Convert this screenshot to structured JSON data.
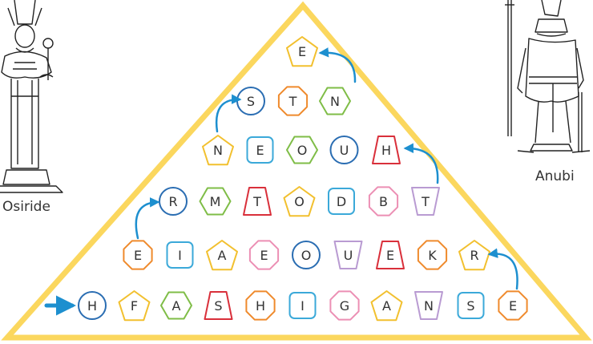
{
  "colors": {
    "frame": "#fbd75e",
    "blue_dark": "#2a6db2",
    "blue_light": "#3ba9d9",
    "yellow": "#f2c02f",
    "green": "#7fbd47",
    "red": "#d9303b",
    "orange": "#ef8a2c",
    "pink": "#ec8fb4",
    "lilac": "#b99bd2",
    "text": "#333333",
    "arrow": "#1d8fcf"
  },
  "figures": {
    "left_label": "Osiride",
    "right_label": "Anubi"
  },
  "rows": [
    [
      {
        "letter": "E",
        "shape": "pentagon",
        "color": "yellow"
      }
    ],
    [
      {
        "letter": "S",
        "shape": "circle",
        "color": "blue_dark"
      },
      {
        "letter": "T",
        "shape": "octagon",
        "color": "orange"
      },
      {
        "letter": "N",
        "shape": "hexagon",
        "color": "green"
      }
    ],
    [
      {
        "letter": "N",
        "shape": "pentagon",
        "color": "yellow"
      },
      {
        "letter": "E",
        "shape": "rounded-square",
        "color": "blue_light"
      },
      {
        "letter": "O",
        "shape": "hexagon",
        "color": "green"
      },
      {
        "letter": "U",
        "shape": "circle",
        "color": "blue_dark"
      },
      {
        "letter": "H",
        "shape": "trapezoid",
        "color": "red"
      }
    ],
    [
      {
        "letter": "R",
        "shape": "circle",
        "color": "blue_dark"
      },
      {
        "letter": "M",
        "shape": "hexagon",
        "color": "green"
      },
      {
        "letter": "T",
        "shape": "trapezoid",
        "color": "red"
      },
      {
        "letter": "O",
        "shape": "pentagon",
        "color": "yellow"
      },
      {
        "letter": "D",
        "shape": "rounded-square",
        "color": "blue_light"
      },
      {
        "letter": "B",
        "shape": "octagon",
        "color": "pink"
      },
      {
        "letter": "T",
        "shape": "inverted-trapezoid",
        "color": "lilac"
      }
    ],
    [
      {
        "letter": "E",
        "shape": "octagon",
        "color": "orange"
      },
      {
        "letter": "I",
        "shape": "rounded-square",
        "color": "blue_light"
      },
      {
        "letter": "A",
        "shape": "pentagon",
        "color": "yellow"
      },
      {
        "letter": "E",
        "shape": "octagon",
        "color": "pink"
      },
      {
        "letter": "O",
        "shape": "circle",
        "color": "blue_dark"
      },
      {
        "letter": "U",
        "shape": "inverted-trapezoid",
        "color": "lilac"
      },
      {
        "letter": "E",
        "shape": "trapezoid",
        "color": "red"
      },
      {
        "letter": "K",
        "shape": "octagon",
        "color": "orange"
      },
      {
        "letter": "R",
        "shape": "pentagon",
        "color": "yellow"
      }
    ],
    [
      {
        "letter": "H",
        "shape": "circle",
        "color": "blue_dark"
      },
      {
        "letter": "F",
        "shape": "pentagon",
        "color": "yellow"
      },
      {
        "letter": "A",
        "shape": "hexagon",
        "color": "green"
      },
      {
        "letter": "S",
        "shape": "trapezoid",
        "color": "red"
      },
      {
        "letter": "H",
        "shape": "octagon",
        "color": "orange"
      },
      {
        "letter": "I",
        "shape": "rounded-square",
        "color": "blue_light"
      },
      {
        "letter": "G",
        "shape": "octagon",
        "color": "pink"
      },
      {
        "letter": "A",
        "shape": "pentagon",
        "color": "yellow"
      },
      {
        "letter": "N",
        "shape": "inverted-trapezoid",
        "color": "lilac"
      },
      {
        "letter": "S",
        "shape": "rounded-square",
        "color": "blue_light"
      },
      {
        "letter": "E",
        "shape": "octagon",
        "color": "orange"
      }
    ]
  ],
  "path_arrows": [
    {
      "name": "start-arrow"
    },
    {
      "name": "turn-arrow-row6-row5"
    },
    {
      "name": "turn-arrow-row5-row4"
    },
    {
      "name": "turn-arrow-row4-row3"
    },
    {
      "name": "turn-arrow-row3-row2"
    },
    {
      "name": "turn-arrow-row2-row1"
    }
  ]
}
